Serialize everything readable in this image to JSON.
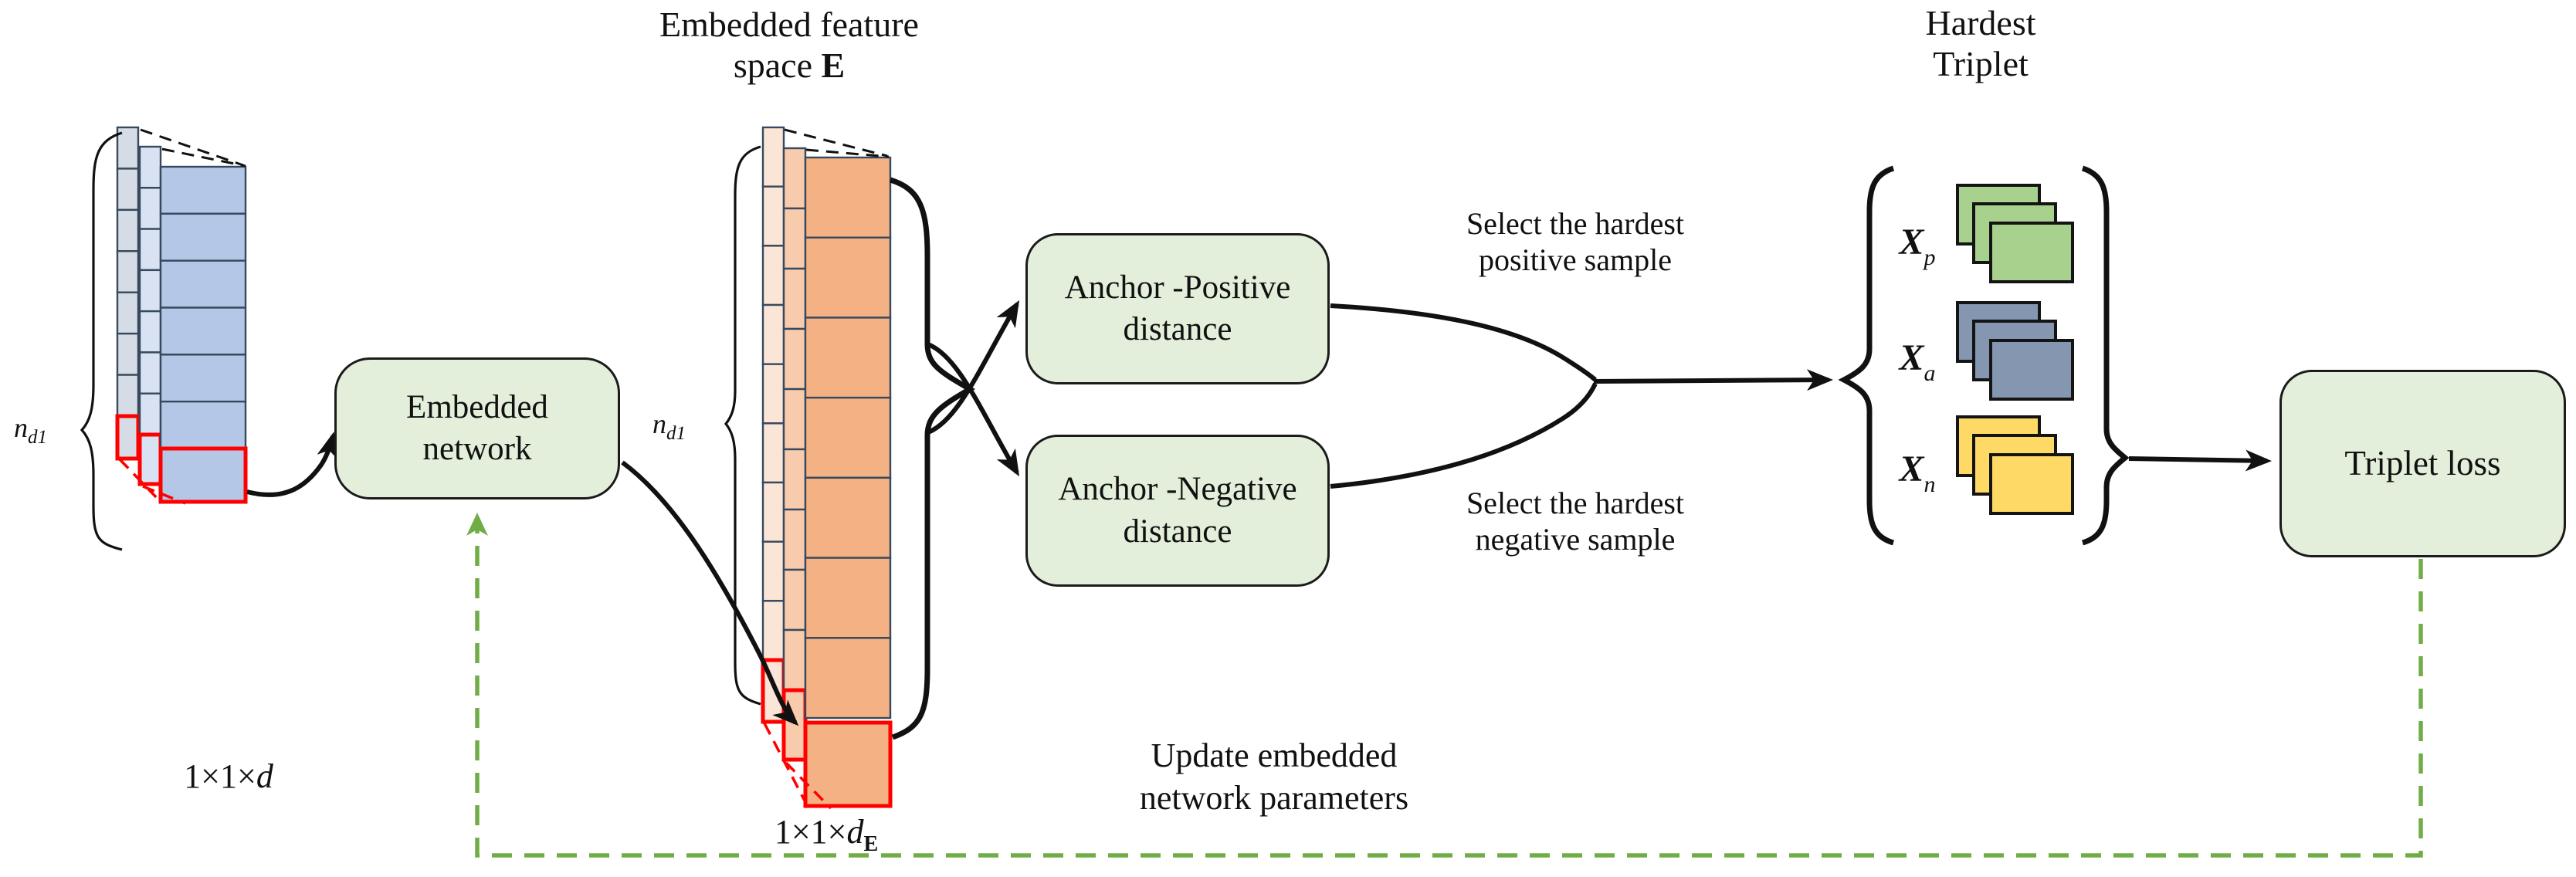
{
  "colors": {
    "box_fill": "#e3efda",
    "box_border": "#1b1b1b",
    "text": "#111111",
    "arrow_black": "#111111",
    "feedback_green": "#70ad47",
    "highlight_red": "#ff0000",
    "cell_border": "#36495e",
    "stack_front_blue": "#b4c7e7",
    "stack_mid_blue": "#d9e2f3",
    "stack_back_blue": "#d6dce5",
    "stack_front_orange": "#f4b183",
    "stack_mid_orange": "#f8cbad",
    "stack_back_orange": "#fbe5d6",
    "square_green": "#a9d18e",
    "square_slate": "#8496b0",
    "square_yellow": "#ffd966",
    "square_border": "#141414"
  },
  "titles": {
    "feature_space_line1": "Embedded feature",
    "feature_space_line2_text": "space",
    "feature_space_symbol": "E",
    "hardest_line1": "Hardest",
    "hardest_line2": "Triplet"
  },
  "input_stack": {
    "count_label_base": "n",
    "count_label_sub": "d1",
    "dim_label_main": "1×1×",
    "dim_label_var": "d",
    "cells": [
      7,
      7,
      6
    ]
  },
  "embedded_stack": {
    "count_label_base": "n",
    "count_label_sub": "d1",
    "dim_label_main": "1×1×",
    "dim_label_var": "d",
    "dim_label_sub": "E",
    "cells": [
      9,
      9,
      7
    ]
  },
  "boxes": {
    "embedded_network_line1": "Embedded",
    "embedded_network_line2": "network",
    "anchor_positive_line1": "Anchor -Positive",
    "anchor_positive_line2": "distance",
    "anchor_negative_line1": "Anchor -Negative",
    "anchor_negative_line2": "distance",
    "triplet_loss": "Triplet loss"
  },
  "annotations": {
    "select_positive_line1": "Select the hardest",
    "select_positive_line2": "positive sample",
    "select_negative_line1": "Select the hardest",
    "select_negative_line2": "negative sample",
    "update_line1": "Update embedded",
    "update_line2": "network parameters"
  },
  "triplet_set": {
    "positive_label_base": "X",
    "positive_label_sub": "p",
    "anchor_label_base": "X",
    "anchor_label_sub": "a",
    "negative_label_base": "X",
    "negative_label_sub": "n"
  }
}
